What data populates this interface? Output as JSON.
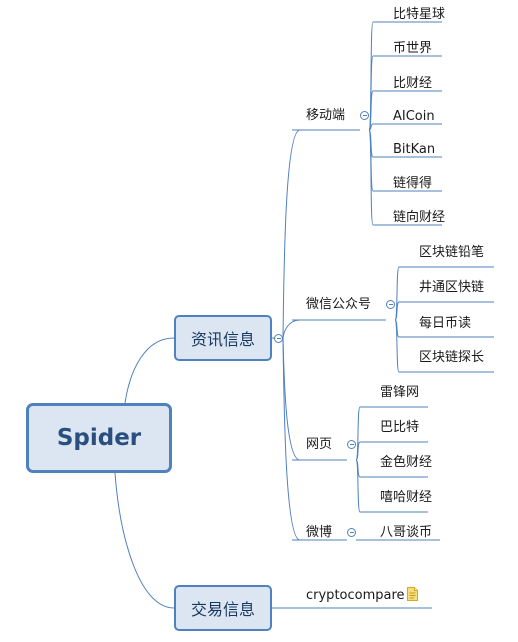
{
  "root": {
    "label": "Spider"
  },
  "branches": [
    {
      "label": "资讯信息",
      "subtopics": [
        {
          "label": "移动端",
          "items": [
            "比特星球",
            "币世界",
            "比财经",
            "AICoin",
            "BitKan",
            "链得得",
            "链向财经"
          ]
        },
        {
          "label": "微信公众号",
          "items": [
            "区块链铅笔",
            "井通区快链",
            "每日币读",
            "区块链探长"
          ]
        },
        {
          "label": "网页",
          "items": [
            "雷锋网",
            "巴比特",
            "金色财经",
            "嘻哈财经"
          ]
        },
        {
          "label": "微博",
          "items": [
            "八哥谈币"
          ]
        }
      ]
    },
    {
      "label": "交易信息",
      "subtopics": [
        {
          "label": "cryptocompare",
          "items": []
        }
      ]
    }
  ],
  "colors": {
    "line": "#4f81bd",
    "node_fill": "#dce6f2",
    "root_text": "#2a4f7e",
    "note_icon": "#f2c94c"
  },
  "icons": {
    "collapse": "minus-circle-icon",
    "note": "note-icon"
  }
}
